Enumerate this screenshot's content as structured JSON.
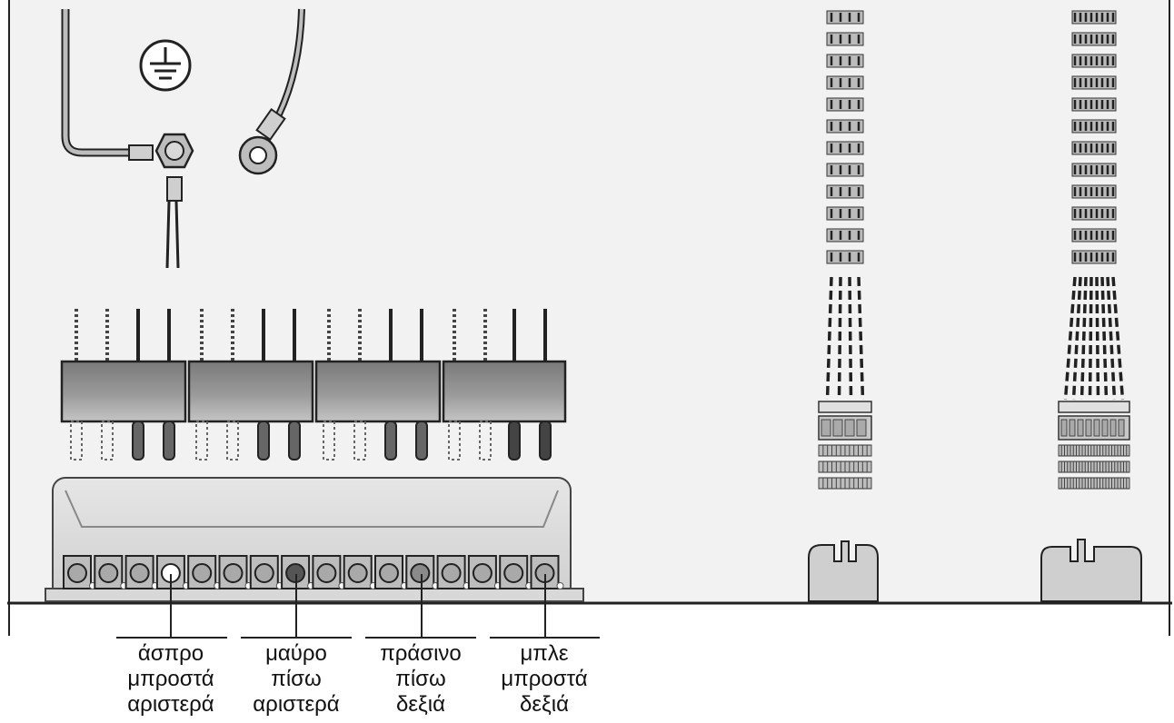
{
  "labels": [
    {
      "l1": "άσπρο",
      "l2": "μπροστά",
      "l3": "αριστερά"
    },
    {
      "l1": "μαύρο",
      "l2": "πίσω",
      "l3": "αριστερά"
    },
    {
      "l1": "πράσινο",
      "l2": "πίσω",
      "l3": "δεξιά"
    },
    {
      "l1": "μπλε",
      "l2": "μπροστά",
      "l3": "δεξιά"
    }
  ],
  "colors": {
    "panel": "#f2f2f2",
    "outline": "#222222",
    "terminal_white": "#ffffff",
    "terminal_black": "#555555",
    "terminal_green": "#8a8a8a",
    "terminal_blue": "#a8a8a8"
  },
  "icons": {
    "ground": "ground-symbol-icon"
  }
}
